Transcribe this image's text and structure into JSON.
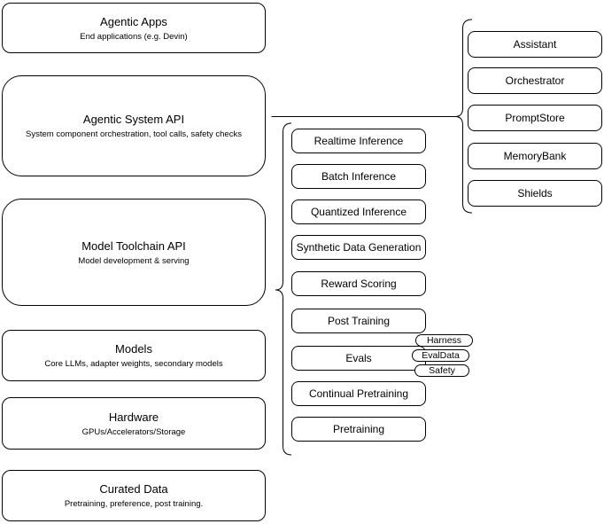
{
  "diagram": {
    "layers": [
      {
        "title": "Agentic Apps",
        "subtitle": "End applications (e.g. Devin)"
      },
      {
        "title": "Agentic System API",
        "subtitle": "System component orchestration, tool calls, safety checks"
      },
      {
        "title": "Model Toolchain API",
        "subtitle": "Model development & serving"
      },
      {
        "title": "Models",
        "subtitle": "Core LLMs, adapter weights, secondary models"
      },
      {
        "title": "Hardware",
        "subtitle": "GPUs/Accelerators/Storage"
      },
      {
        "title": "Curated Data",
        "subtitle": "Pretraining, preference, post training."
      }
    ],
    "toolchain_services": [
      "Realtime Inference",
      "Batch Inference",
      "Quantized Inference",
      "Synthetic Data Generation",
      "Reward Scoring",
      "Post Training",
      "Evals",
      "Continual Pretraining",
      "Pretraining"
    ],
    "eval_components": [
      "Harness",
      "EvalData",
      "Safety"
    ],
    "system_components": [
      "Assistant",
      "Orchestrator",
      "PromptStore",
      "MemoryBank",
      "Shields"
    ],
    "colors": {
      "stroke": "#000000",
      "fill": "#ffffff",
      "text": "#000000"
    }
  }
}
